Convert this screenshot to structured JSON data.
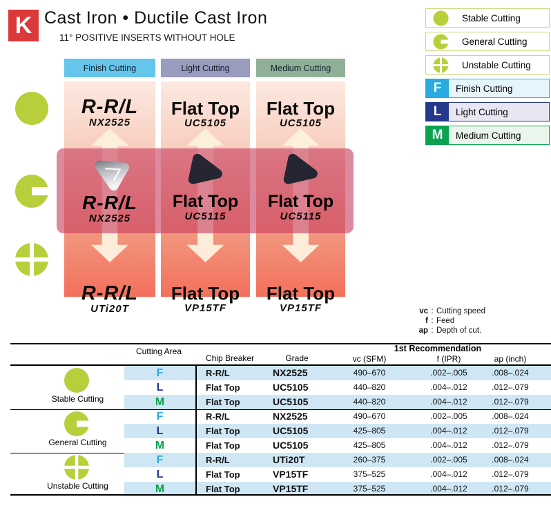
{
  "header": {
    "logo_letter": "K",
    "title": "Cast Iron • Ductile Cast Iron",
    "subtitle": "11° POSITIVE INSERTS WITHOUT HOLE"
  },
  "legend": {
    "stability_items": [
      {
        "icon": "stable-circle-icon",
        "label": "Stable Cutting"
      },
      {
        "icon": "general-notched-circle-icon",
        "label": "General Cutting"
      },
      {
        "icon": "unstable-clover-icon",
        "label": "Unstable Cutting"
      }
    ],
    "cutting_items": [
      {
        "letter": "F",
        "label": "Finish Cutting",
        "color": "#29abe2",
        "row_bg": "#e6f4fc"
      },
      {
        "letter": "L",
        "label": "Light Cutting",
        "color": "#25388c",
        "row_bg": "#e8e6f3"
      },
      {
        "letter": "M",
        "label": "Medium Cutting",
        "color": "#0aa14f",
        "row_bg": "#eaf6ec"
      }
    ]
  },
  "diagram": {
    "columns": [
      {
        "header": "Finish Cutting",
        "header_bg": "#66c5ea",
        "top_name": "R-R/L",
        "top_grade": "NX2525",
        "mid_name": "R-R/L",
        "mid_grade": "NX2525",
        "bottom_name": "R-R/L",
        "bottom_grade": "UTi20T",
        "insert_icon": "silver-triangle-insert-icon"
      },
      {
        "header": "Light Cutting",
        "header_bg": "#9a9cbd",
        "top_name": "Flat Top",
        "top_grade": "UC5105",
        "mid_name": "Flat Top",
        "mid_grade": "UC5115",
        "bottom_name": "Flat Top",
        "bottom_grade": "VP15TF",
        "insert_icon": "black-triangle-insert-icon"
      },
      {
        "header": "Medium Cutting",
        "header_bg": "#90af97",
        "top_name": "Flat Top",
        "top_grade": "UC5105",
        "mid_name": "Flat Top",
        "mid_grade": "UC5115",
        "bottom_name": "Flat Top",
        "bottom_grade": "VP15TF",
        "insert_icon": "black-triangle-insert-icon"
      }
    ],
    "band_color": "rgba(198,58,94,0.60)",
    "panel_gradient_top": "#fce9e1",
    "panel_gradient_bottom": "#f3705c"
  },
  "notes": [
    {
      "symbol": "vc",
      "desc": "Cutting speed"
    },
    {
      "symbol": "f",
      "desc": "Feed"
    },
    {
      "symbol": "ap",
      "desc": "Depth of cut."
    }
  ],
  "table": {
    "col_cutting_area": "Cutting Area",
    "col_chip_breaker": "Chip Breaker",
    "col_grade": "Grade",
    "col_recommendation": "1st Recommendation",
    "col_vc": "vc (SFM)",
    "col_f": "f (IPR)",
    "col_ap": "ap (inch)",
    "row_highlight_color": "#cfe7f5",
    "groups": [
      {
        "label": "Stable Cutting",
        "icon": "stable-circle-icon",
        "rows": [
          {
            "area": "F",
            "chip_breaker": "R-R/L",
            "grade": "NX2525",
            "vc": "490–670",
            "f": ".002–.005",
            "ap": ".008–.024"
          },
          {
            "area": "L",
            "chip_breaker": "Flat Top",
            "grade": "UC5105",
            "vc": "440–820",
            "f": ".004–.012",
            "ap": ".012–.079"
          },
          {
            "area": "M",
            "chip_breaker": "Flat Top",
            "grade": "UC5105",
            "vc": "440–820",
            "f": ".004–.012",
            "ap": ".012–.079"
          }
        ]
      },
      {
        "label": "General Cutting",
        "icon": "general-notched-circle-icon",
        "rows": [
          {
            "area": "F",
            "chip_breaker": "R-R/L",
            "grade": "NX2525",
            "vc": "490–670",
            "f": ".002–.005",
            "ap": ".008–.024"
          },
          {
            "area": "L",
            "chip_breaker": "Flat Top",
            "grade": "UC5105",
            "vc": "425–805",
            "f": ".004–.012",
            "ap": ".012–.079"
          },
          {
            "area": "M",
            "chip_breaker": "Flat Top",
            "grade": "UC5105",
            "vc": "425–805",
            "f": ".004–.012",
            "ap": ".012–.079"
          }
        ]
      },
      {
        "label": "Unstable Cutting",
        "icon": "unstable-clover-icon",
        "rows": [
          {
            "area": "F",
            "chip_breaker": "R-R/L",
            "grade": "UTi20T",
            "vc": "260–375",
            "f": ".002–.005",
            "ap": ".008–.024"
          },
          {
            "area": "L",
            "chip_breaker": "Flat Top",
            "grade": "VP15TF",
            "vc": "375–525",
            "f": ".004–.012",
            "ap": ".012–.079"
          },
          {
            "area": "M",
            "chip_breaker": "Flat Top",
            "grade": "VP15TF",
            "vc": "375–525",
            "f": ".004–.012",
            "ap": ".012–.079"
          }
        ]
      }
    ]
  },
  "colors": {
    "logo_red": "#dc3a3a",
    "icon_green": "#b8cf3b",
    "finish_blue": "#29abe2",
    "light_navy": "#25388c",
    "medium_green": "#0aa14f",
    "finish_header_bg": "#66c5ea",
    "light_header_bg": "#9a9cbd",
    "medium_header_bg": "#90af97"
  }
}
